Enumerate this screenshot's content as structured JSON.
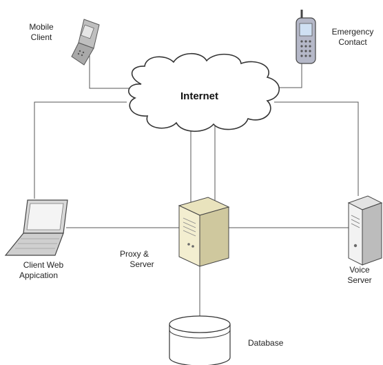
{
  "network": {
    "title": "Internet",
    "nodes": {
      "mobile_client": {
        "line1": "Mobile",
        "line2": "Client"
      },
      "emergency_contact": {
        "line1": "Emergency",
        "line2": "Contact"
      },
      "client_web_app": {
        "line1": "Client Web",
        "line2": "Appication"
      },
      "proxy_server": {
        "line1": "Proxy &",
        "line2": "Server"
      },
      "voice_server": {
        "line1": "Voice",
        "line2": "Server"
      },
      "database": {
        "label": "Database"
      }
    }
  },
  "colors": {
    "line": "#555555",
    "cloud_fill": "#ffffff",
    "cloud_stroke": "#333333",
    "server_body": "#f1ecc8",
    "server_side": "#c9c39a",
    "device_gray": "#9a9a9a"
  }
}
